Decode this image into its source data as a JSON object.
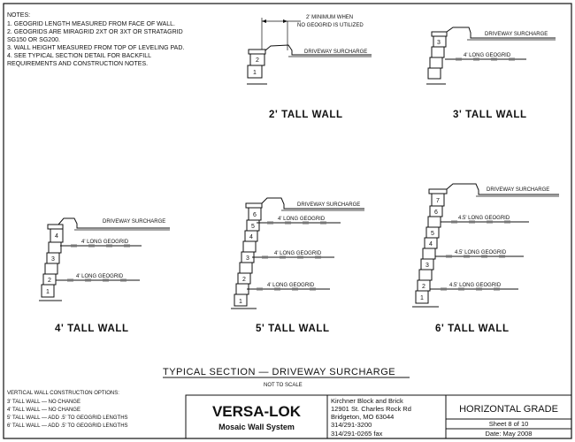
{
  "notes": {
    "title": "NOTES:",
    "lines": [
      "1. GEOGRID LENGTH MEASURED FROM FACE OF WALL.",
      "2. GEOGRIDS ARE MIRAGRID 2XT OR 3XT OR STRATAGRID",
      "SG150 OR SG200.",
      "3. WALL HEIGHT MEASURED FROM TOP OF LEVELING PAD.",
      "4.   SEE TYPICAL SECTION DETAIL FOR BACKFILL",
      "REQUIREMENTS AND CONSTRUCTION NOTES."
    ]
  },
  "walls": {
    "w2": {
      "label": "2' TALL WALL",
      "min_note": [
        "2' MINIMUM WHEN",
        "NO GEOGRID IS UTILIZED"
      ],
      "surcharge": "DRIVEWAY SURCHARGE",
      "blocks": [
        "1",
        "2"
      ]
    },
    "w3": {
      "label": "3' TALL WALL",
      "surcharge": "DRIVEWAY SURCHARGE",
      "geogrid": "4' LONG GEOGRID",
      "blocks": [
        "3"
      ]
    },
    "w4": {
      "label": "4' TALL WALL",
      "surcharge": "DRIVEWAY SURCHARGE",
      "geogrids": [
        "4' LONG GEOGRID",
        "4' LONG GEOGRID"
      ],
      "blocks": [
        "1",
        "2",
        "3",
        "4"
      ]
    },
    "w5": {
      "label": "5' TALL WALL",
      "surcharge": "DRIVEWAY SURCHARGE",
      "geogrids": [
        "4' LONG GEOGRID",
        "4' LONG GEOGRID",
        "4' LONG GEOGRID"
      ],
      "blocks": [
        "1",
        "2",
        "3",
        "4",
        "5",
        "6"
      ]
    },
    "w6": {
      "label": "6' TALL WALL",
      "surcharge": "DRIVEWAY SURCHARGE",
      "geogrids": [
        "4.5' LONG GEOGRID",
        "4.5' LONG GEOGRID",
        "4.5' LONG GEOGRID"
      ],
      "blocks": [
        "1",
        "2",
        "3",
        "4",
        "5",
        "6",
        "7"
      ]
    }
  },
  "section": {
    "title": "TYPICAL SECTION — DRIVEWAY SURCHARGE",
    "subtitle": "NOT TO SCALE"
  },
  "options": {
    "title": "VERTICAL WALL CONSTRUCTION OPTIONS:",
    "lines": [
      "3' TALL WALL — NO CHANGE",
      "4' TALL WALL — NO CHANGE",
      "5' TALL WALL — ADD .5' TO GEOGRID LENGTHS",
      "6' TALL WALL — ADD .5' TO GEOGRID LENGTHS"
    ]
  },
  "titleblock": {
    "brand": "VERSA-LOK",
    "system": "Mosaic Wall System",
    "company_lines": [
      "Kirchner Block and Brick",
      "12901 St. Charles Rock Rd",
      "Bridgeton, MO  63044",
      "314/291-3200",
      "314/291-0265 fax"
    ],
    "sheet_title": "HORIZONTAL GRADE",
    "sheet_no": "Sheet 8 of 10",
    "date": "Date: May 2008"
  }
}
